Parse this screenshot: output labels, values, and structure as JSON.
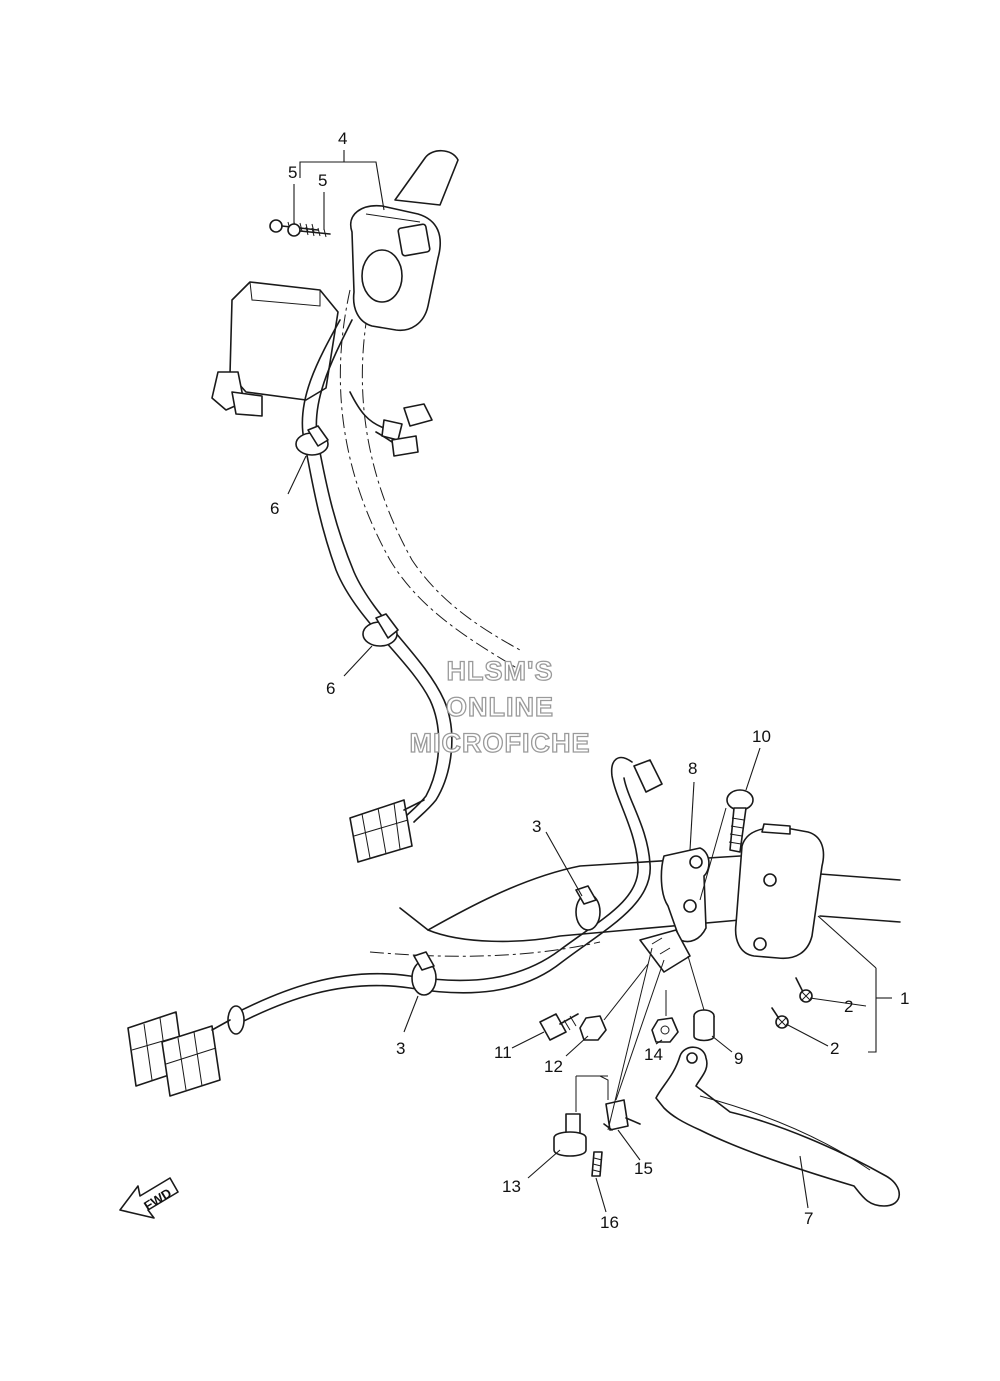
{
  "watermark": {
    "line1": "HLSM'S",
    "line2": "ONLINE",
    "line3": "MICROFICHE"
  },
  "fwd_badge": "FWD",
  "callouts": [
    {
      "id": "1",
      "text": "1"
    },
    {
      "id": "2a",
      "text": "2"
    },
    {
      "id": "2b",
      "text": "2"
    },
    {
      "id": "3a",
      "text": "3"
    },
    {
      "id": "3b",
      "text": "3"
    },
    {
      "id": "4",
      "text": "4"
    },
    {
      "id": "5a",
      "text": "5"
    },
    {
      "id": "5b",
      "text": "5"
    },
    {
      "id": "6a",
      "text": "6"
    },
    {
      "id": "6b",
      "text": "6"
    },
    {
      "id": "7",
      "text": "7"
    },
    {
      "id": "8",
      "text": "8"
    },
    {
      "id": "9",
      "text": "9"
    },
    {
      "id": "10",
      "text": "10"
    },
    {
      "id": "11",
      "text": "11"
    },
    {
      "id": "12",
      "text": "12"
    },
    {
      "id": "13",
      "text": "13"
    },
    {
      "id": "14",
      "text": "14"
    },
    {
      "id": "15",
      "text": "15"
    },
    {
      "id": "16",
      "text": "16"
    }
  ],
  "colors": {
    "line": "#1a1a1a",
    "background": "#ffffff",
    "watermark_outline": "#9a9a9a"
  }
}
